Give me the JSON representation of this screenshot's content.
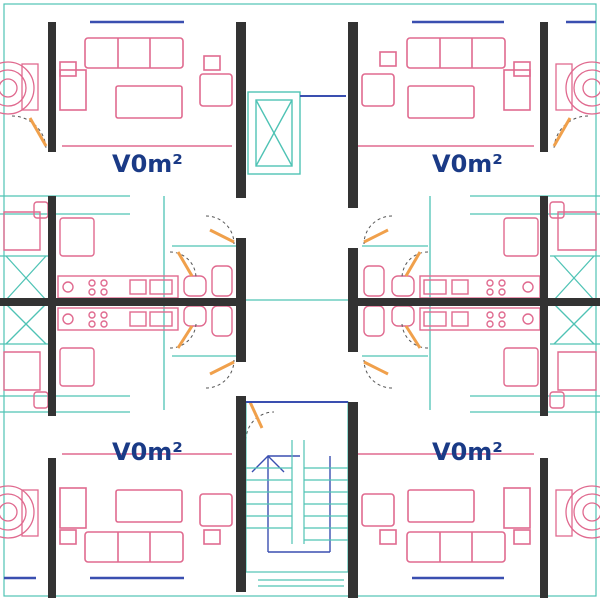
{
  "floorplan": {
    "area_labels": [
      "V0m²",
      "V0m²",
      "V0m²",
      "V0m²"
    ]
  },
  "colors": {
    "wall": "#333333",
    "furniture": "#e06a8f",
    "partition": "#4fc3b5",
    "door_leaf": "#f0a04b",
    "window": "#3a4fb0",
    "text": "#1a3a86"
  }
}
